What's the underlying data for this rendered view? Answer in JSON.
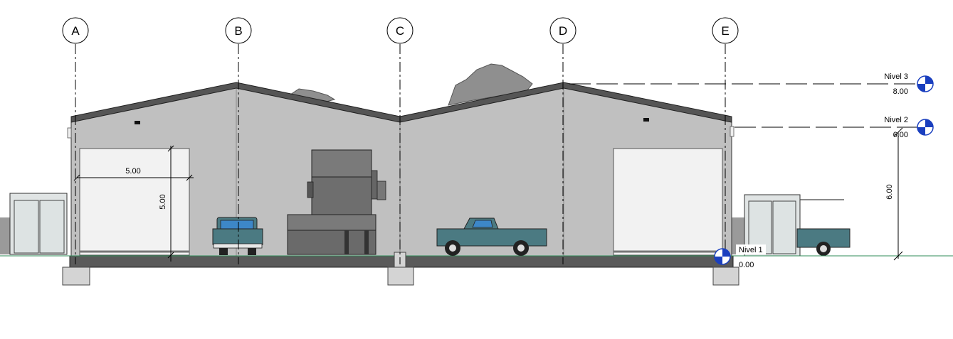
{
  "grid_lines": [
    {
      "label": "A"
    },
    {
      "label": "B"
    },
    {
      "label": "C"
    },
    {
      "label": "D"
    },
    {
      "label": "E"
    }
  ],
  "levels": [
    {
      "name": "Nivel 3",
      "elevation": "8.00"
    },
    {
      "name": "Nivel 2",
      "elevation": "6.00"
    },
    {
      "name": "Nivel 1",
      "elevation": "0.00"
    }
  ],
  "dimensions": {
    "door_width": "5.00",
    "door_height": "5.00",
    "wall_height": "6.00"
  },
  "colors": {
    "wall": "#c0c0c0",
    "roof": "#555555",
    "door": "#f2f2f2",
    "ground": "#5a5a5a",
    "footing": "#d4d4d4",
    "vehicle_teal": "#4b7a82",
    "vehicle_glass": "#3d87c8",
    "truck_gray": "#6e6e6e",
    "level_marker": "#1a3fbf",
    "ground_line": "#2e8b57"
  },
  "icons": {
    "level_marker": "level-datum-icon",
    "grid_bubble": "grid-bubble-icon"
  }
}
